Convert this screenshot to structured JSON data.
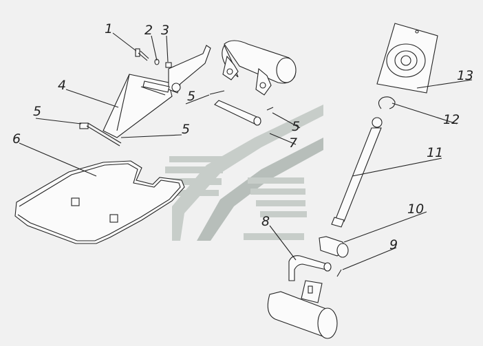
{
  "labels": [
    {
      "id": "part-1",
      "text": "1"
    },
    {
      "id": "part-2",
      "text": "2"
    },
    {
      "id": "part-3",
      "text": "3"
    },
    {
      "id": "part-4",
      "text": "4"
    },
    {
      "id": "part-5a",
      "text": "5"
    },
    {
      "id": "part-5b",
      "text": "5"
    },
    {
      "id": "part-5c",
      "text": "5"
    },
    {
      "id": "part-5d",
      "text": "5"
    },
    {
      "id": "part-6",
      "text": "6"
    },
    {
      "id": "part-7",
      "text": "7"
    },
    {
      "id": "part-8",
      "text": "8"
    },
    {
      "id": "part-9",
      "text": "9"
    },
    {
      "id": "part-10",
      "text": "10"
    },
    {
      "id": "part-11",
      "text": "11"
    },
    {
      "id": "part-12",
      "text": "12"
    },
    {
      "id": "part-13",
      "text": "13"
    }
  ]
}
